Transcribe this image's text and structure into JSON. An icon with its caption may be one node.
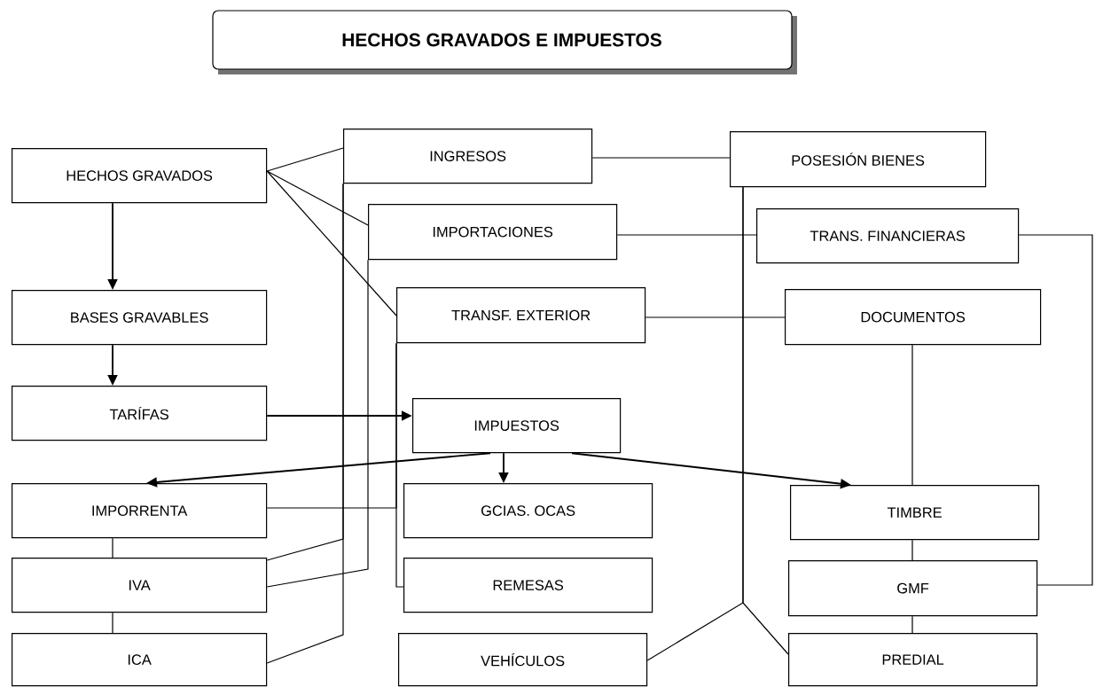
{
  "diagram": {
    "title": "HECHOS GRAVADOS E IMPUESTOS",
    "nodes": [
      {
        "text": [
          "HECHOS GRAVADOS"
        ]
      },
      {
        "text": [
          "INGRESOS"
        ]
      },
      {
        "text": [
          "POSESIÓN BIENES"
        ]
      },
      {
        "text": [
          "IMPORTACIONES"
        ]
      },
      {
        "text": [
          "TRANS. FINANCIERAS"
        ]
      },
      {
        "text": [
          "BASES GRAVABLES"
        ]
      },
      {
        "text": [
          "TRANSF. EXTERIOR"
        ]
      },
      {
        "text": [
          "DOCUMENTOS"
        ]
      },
      {
        "text": [
          "TARÍFAS"
        ]
      },
      {
        "text": [
          "IMPUESTOS"
        ]
      },
      {
        "text": [
          "IMPORRENTA"
        ]
      },
      {
        "text": [
          "GCIAS. OCAS"
        ]
      },
      {
        "text": [
          "TIMBRE"
        ]
      },
      {
        "text": [
          "IVA"
        ]
      },
      {
        "text": [
          "REMESAS"
        ]
      },
      {
        "text": [
          "GMF"
        ]
      },
      {
        "text": [
          "ICA"
        ]
      },
      {
        "text": [
          "VEHÍCULOS"
        ]
      },
      {
        "text": [
          "PREDIAL"
        ]
      }
    ],
    "edges": [
      {
        "from": 0,
        "to": 5,
        "arrow": "to"
      },
      {
        "from": 5,
        "to": 8,
        "arrow": "to"
      },
      {
        "from": 8,
        "to": 9,
        "arrow": "to"
      },
      {
        "from": 9,
        "to": 10,
        "arrow": "to"
      },
      {
        "from": 9,
        "to": 11,
        "arrow": "to"
      },
      {
        "from": 9,
        "to": 12,
        "arrow": "to"
      },
      {
        "from": 0,
        "to": 1,
        "arrow": "none"
      },
      {
        "from": 0,
        "to": 3,
        "arrow": "none"
      },
      {
        "from": 0,
        "to": 6,
        "arrow": "none"
      },
      {
        "from": 1,
        "to": 2,
        "arrow": "none"
      },
      {
        "from": 3,
        "to": 4,
        "arrow": "none"
      },
      {
        "from": 6,
        "to": 7,
        "arrow": "none"
      },
      {
        "from": 1,
        "to": 13,
        "arrow": "none"
      },
      {
        "from": 1,
        "to": 16,
        "arrow": "none"
      },
      {
        "from": 3,
        "to": 13,
        "arrow": "none"
      },
      {
        "from": 6,
        "to": 14,
        "arrow": "none"
      },
      {
        "from": 6,
        "to": 10,
        "arrow": "none"
      },
      {
        "from": 2,
        "to": 17,
        "arrow": "none"
      },
      {
        "from": 2,
        "to": 18,
        "arrow": "none"
      },
      {
        "from": 7,
        "to": 12,
        "arrow": "none"
      },
      {
        "from": 4,
        "to": 15,
        "arrow": "none"
      },
      {
        "from": 10,
        "to": 13,
        "arrow": "none"
      },
      {
        "from": 13,
        "to": 16,
        "arrow": "none"
      },
      {
        "from": 12,
        "to": 15,
        "arrow": "none"
      },
      {
        "from": 15,
        "to": 18,
        "arrow": "none"
      }
    ]
  }
}
